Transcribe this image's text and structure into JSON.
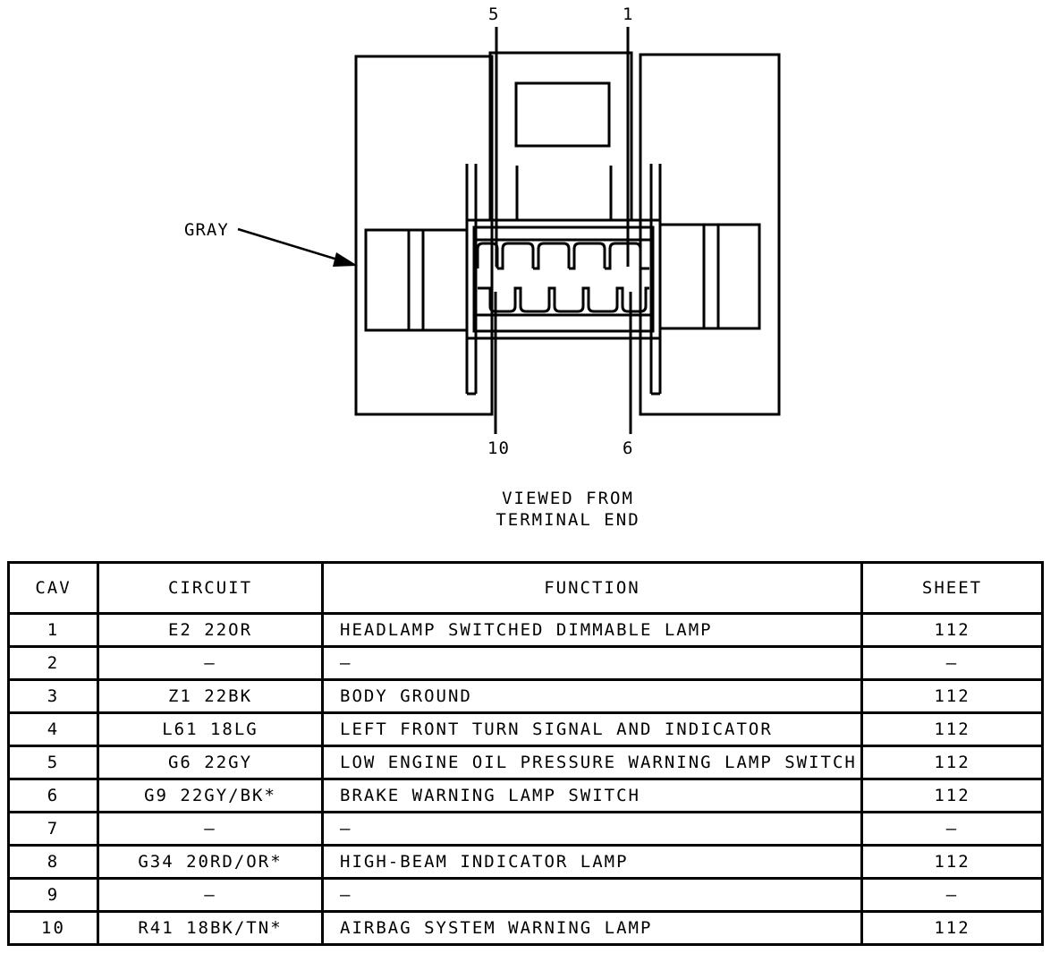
{
  "diagram": {
    "label_pin_5": "5",
    "label_pin_1": "1",
    "label_pin_10": "10",
    "label_pin_6": "6",
    "connector_color_label": "GRAY",
    "view_caption_line1": "VIEWED FROM",
    "view_caption_line2": "TERMINAL END"
  },
  "table": {
    "headers": {
      "cav": "CAV",
      "circuit": "CIRCUIT",
      "function": "FUNCTION",
      "sheet": "SHEET"
    },
    "rows": [
      {
        "cav": "1",
        "circuit": "E2 22OR",
        "function": "HEADLAMP SWITCHED DIMMABLE LAMP",
        "sheet": "112"
      },
      {
        "cav": "2",
        "circuit": "—",
        "function": "—",
        "sheet": "—"
      },
      {
        "cav": "3",
        "circuit": "Z1 22BK",
        "function": "BODY GROUND",
        "sheet": "112"
      },
      {
        "cav": "4",
        "circuit": "L61 18LG",
        "function": "LEFT FRONT TURN SIGNAL AND INDICATOR",
        "sheet": "112"
      },
      {
        "cav": "5",
        "circuit": "G6 22GY",
        "function": "LOW ENGINE OIL PRESSURE WARNING LAMP SWITCH",
        "sheet": "112"
      },
      {
        "cav": "6",
        "circuit": "G9 22GY/BK*",
        "function": "BRAKE WARNING LAMP SWITCH",
        "sheet": "112"
      },
      {
        "cav": "7",
        "circuit": "—",
        "function": "—",
        "sheet": "—"
      },
      {
        "cav": "8",
        "circuit": "G34 20RD/OR*",
        "function": "HIGH-BEAM INDICATOR LAMP",
        "sheet": "112"
      },
      {
        "cav": "9",
        "circuit": "—",
        "function": "—",
        "sheet": "—"
      },
      {
        "cav": "10",
        "circuit": "R41 18BK/TN*",
        "function": "AIRBAG SYSTEM WARNING LAMP",
        "sheet": "112"
      }
    ]
  }
}
